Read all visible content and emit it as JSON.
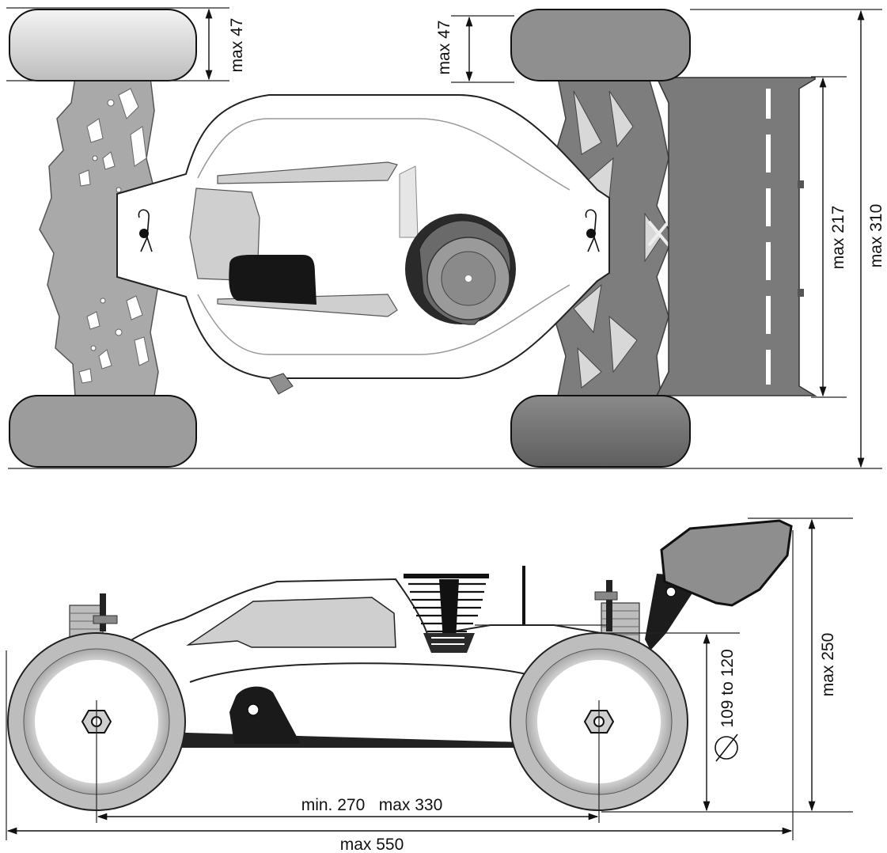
{
  "figure": {
    "top_view": {
      "dims": {
        "front_tire_width": "max 47",
        "rear_tire_width": "max 47",
        "wing_width": "max 217",
        "overall_width": "max 310"
      }
    },
    "side_view": {
      "dims": {
        "wheel_diameter": "109 to 120",
        "overall_height": "max 250",
        "wheelbase": "min. 270   max 330",
        "overall_length": "max 550"
      }
    },
    "colors": {
      "tire_light": "#d6d6d6",
      "tire_mid": "#9c9c9c",
      "tire_dark": "#6e6e6e",
      "chassis": "#a9a9a9",
      "wing": "#7a7a7a",
      "body": "#ffffff",
      "cockpit": "#cfcfcf",
      "ink": "#111111"
    }
  }
}
